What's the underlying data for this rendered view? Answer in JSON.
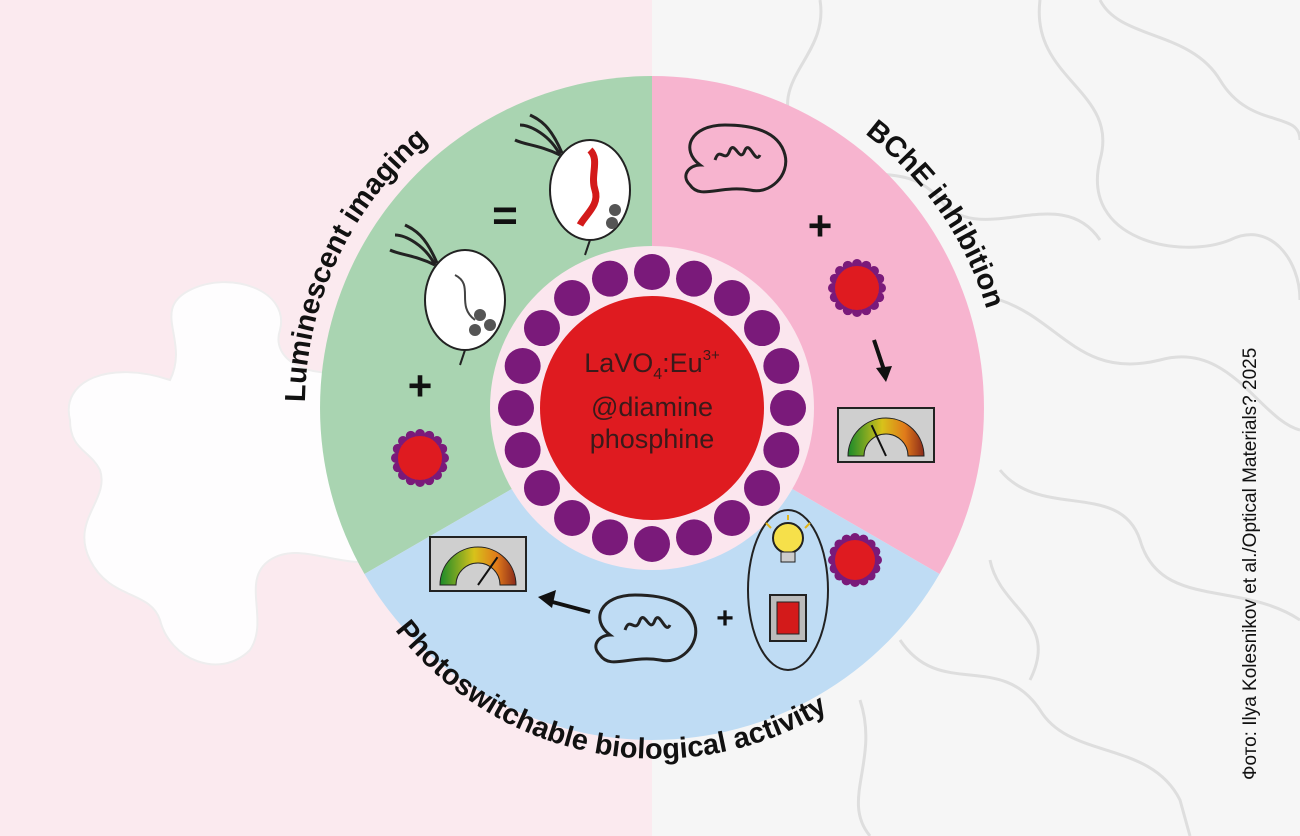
{
  "center": {
    "line1_main": "LaVO",
    "line1_sub": "4",
    "line1_colon": ":Eu",
    "line1_sup": "3+",
    "line2": "@diamine",
    "line3": "phosphine"
  },
  "sections": {
    "luminescent": {
      "title": "Luminescent imaging",
      "color": "#a9d4b1",
      "equals": "=",
      "plus": "+"
    },
    "bche": {
      "title": "BChE inhibition",
      "color": "#f7b4cf",
      "plus": "+"
    },
    "photo": {
      "title": "Photoswitchable biological activity",
      "color": "#bfdcf4",
      "plus": "+"
    }
  },
  "credit": "Фото: Ilya Kolesnikov et al./Optical Materials? 2025",
  "colors": {
    "nanoparticle_core": "#df1b20",
    "ligand": "#7a1a7a",
    "background_left": "#fbe9ee",
    "background_right": "#f5f5f5"
  },
  "icons": [
    "daphnia-icon",
    "enzyme-icon",
    "nanoparticle-icon",
    "gauge-icon",
    "lightbulb-icon",
    "switch-icon",
    "arrow-icon"
  ]
}
